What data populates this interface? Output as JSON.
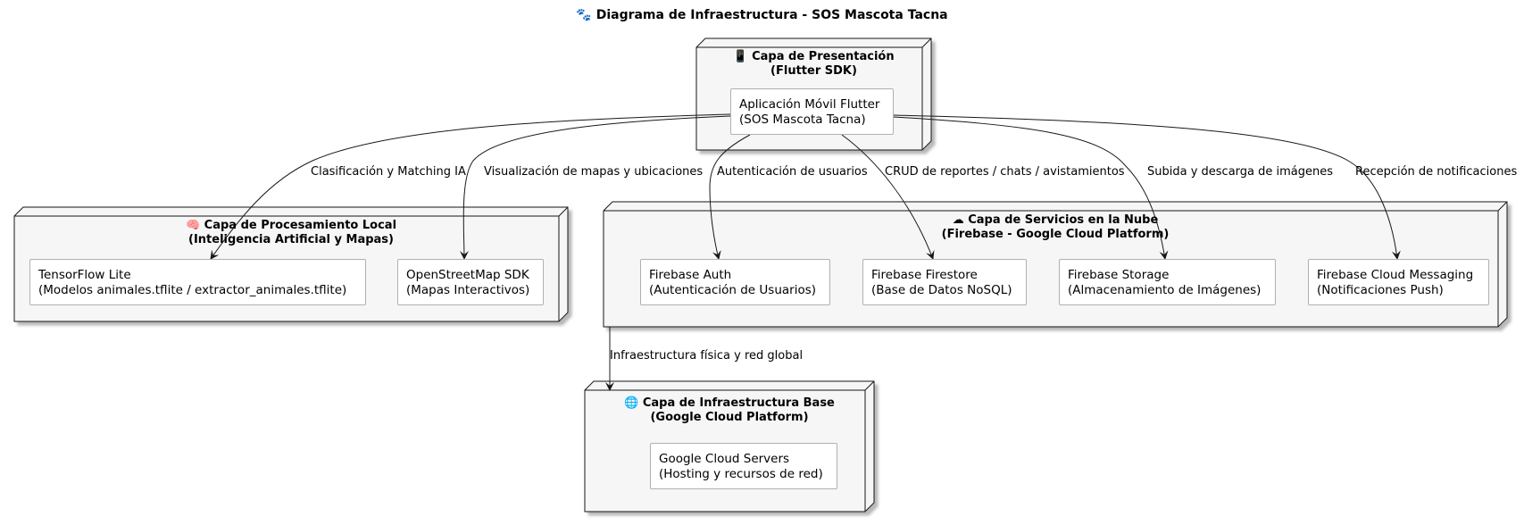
{
  "title": "🐾 Diagrama de Infraestructura - SOS Mascota Tacna",
  "nodes": {
    "presentacion": {
      "title": "📱 Capa de Presentación\n(Flutter SDK)"
    },
    "local": {
      "title": "🧠 Capa de Procesamiento Local\n(Inteligencia Artificial y Mapas)"
    },
    "nube": {
      "title": "☁ Capa de Servicios en la Nube\n(Firebase - Google Cloud Platform)"
    },
    "base": {
      "title": "🌐 Capa de Infraestructura Base\n(Google Cloud Platform)"
    }
  },
  "components": {
    "app": "Aplicación Móvil Flutter\n(SOS Mascota Tacna)",
    "tflite": "TensorFlow Lite\n(Modelos animales.tflite / extractor_animales.tflite)",
    "osm": "OpenStreetMap SDK\n(Mapas Interactivos)",
    "auth": "Firebase Auth\n(Autenticación de Usuarios)",
    "firestore": "Firebase Firestore\n(Base de Datos NoSQL)",
    "storage": "Firebase Storage\n(Almacenamiento de Imágenes)",
    "fcm": "Firebase Cloud Messaging\n(Notificaciones Push)",
    "gcs": "Google Cloud Servers\n(Hosting y recursos de red)"
  },
  "edges": {
    "tflite": "Clasificación y Matching IA",
    "osm": "Visualización de mapas y ubicaciones",
    "auth": "Autenticación de usuarios",
    "firestore": "CRUD de reportes / chats / avistamientos",
    "storage": "Subida y descarga de imágenes",
    "fcm": "Recepción de notificaciones",
    "base": "Infraestructura física y red global"
  }
}
